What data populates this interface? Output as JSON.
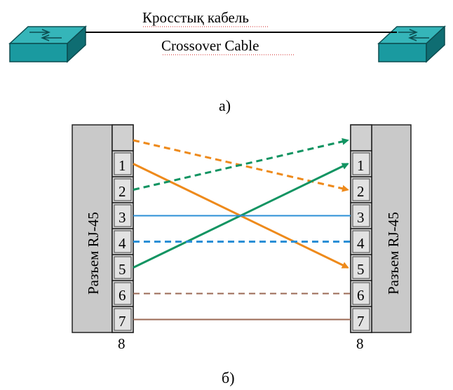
{
  "part_a": {
    "label_kk": "Кросстық кабель",
    "label_en": "Crossover Cable",
    "caption": "а)"
  },
  "part_b": {
    "caption": "б)",
    "left_connector": {
      "label": "Разъем RJ-45",
      "pins": [
        "1",
        "2",
        "3",
        "4",
        "5",
        "6",
        "7"
      ],
      "bottom_pin": "8"
    },
    "right_connector": {
      "label": "Разъем RJ-45",
      "pins": [
        "1",
        "2",
        "3",
        "4",
        "5",
        "6",
        "7"
      ],
      "bottom_pin": "8"
    },
    "wires": [
      {
        "from": "top",
        "to": "2",
        "color": "#ee8a1b",
        "style": "dashed",
        "arrow": true
      },
      {
        "from": "1",
        "to": "5",
        "color": "#ee8a1b",
        "style": "solid",
        "arrow": true
      },
      {
        "from": "2",
        "to": "top",
        "color": "#129462",
        "style": "dashed",
        "arrow": true
      },
      {
        "from": "5",
        "to": "1",
        "color": "#129462",
        "style": "solid",
        "arrow": true
      },
      {
        "from": "3",
        "to": "3",
        "color": "#2a8fd6",
        "style": "solid",
        "arrow": false
      },
      {
        "from": "4",
        "to": "4",
        "color": "#2a8fd6",
        "style": "dashed",
        "arrow": false
      },
      {
        "from": "6",
        "to": "6",
        "color": "#9b6a55",
        "style": "dashed",
        "arrow": false
      },
      {
        "from": "7",
        "to": "7",
        "color": "#9b6a55",
        "style": "solid",
        "arrow": false
      }
    ]
  },
  "colors": {
    "switch_body": "#1a9aa0",
    "switch_side": "#0f6d72",
    "connector_fill": "#c9c9c9"
  }
}
